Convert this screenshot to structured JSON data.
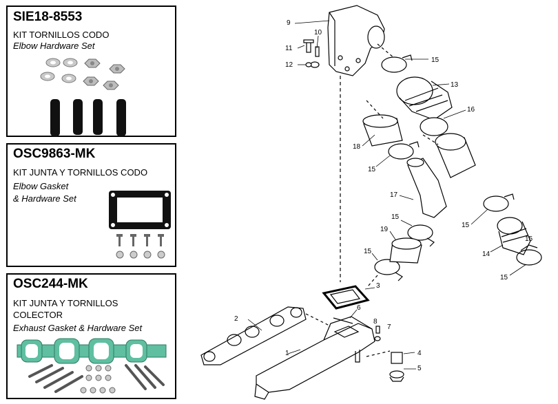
{
  "panels": [
    {
      "code": "SIE18-8553",
      "lines": [
        "KIT TORNILLOS CODO",
        "Elbow Hardware Set"
      ]
    },
    {
      "code": "OSC9863-MK",
      "lines": [
        "KIT JUNTA  Y TORNILLOS CODO",
        "Elbow  Gasket",
        "& Hardware Set"
      ]
    },
    {
      "code": "OSC244-MK",
      "lines": [
        "KIT JUNTA  Y TORNILLOS",
        "COLECTOR",
        "Exhaust Gasket & Hardware Set"
      ]
    }
  ],
  "callouts": {
    "c1": "1",
    "c2": "2",
    "c3": "3",
    "c4": "4",
    "c5": "5",
    "c6": "6",
    "c7": "7",
    "c8": "8",
    "c9": "9",
    "c10": "10",
    "c11": "11",
    "c12": "12",
    "c13": "13",
    "c14": "14",
    "c15a": "15",
    "c15b": "15",
    "c15c": "15",
    "c15d": "15",
    "c15e": "15",
    "c15f": "15",
    "c15g": "15",
    "c16": "16",
    "c17": "17",
    "c18": "18",
    "c19": "19"
  },
  "colors": {
    "gasket_green": "#5fbfa0",
    "bolt_black": "#111111",
    "washer_gray": "#b8b8b8"
  }
}
